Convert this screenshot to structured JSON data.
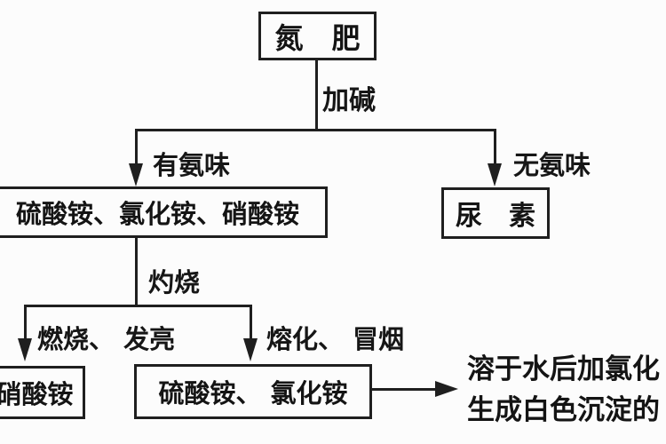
{
  "nodes": {
    "root": {
      "label": "氮　肥"
    },
    "ammonium_group": {
      "label": "硫酸铵、氯化铵、硝酸铵"
    },
    "urea": {
      "label": "尿　素"
    },
    "ammonium_nitrate": {
      "label": "硝酸铵"
    },
    "ammonium_sulfate_chloride": {
      "label": "硫酸铵、 氯化铵"
    }
  },
  "edges": {
    "add_alkali": {
      "label": "加碱"
    },
    "has_ammonia_odor": {
      "label": "有氨味"
    },
    "no_ammonia_odor": {
      "label": "无氨味"
    },
    "ignite": {
      "label": "灼烧"
    },
    "burn_glow": {
      "label": "燃烧、 发亮"
    },
    "melt_smoke": {
      "label": "熔化、 冒烟"
    }
  },
  "note": {
    "line1": "溶于水后加氯化",
    "line2": "生成白色沉淀的"
  },
  "colors": {
    "ink": "#1f1f1f",
    "background": "#fcfcfc"
  }
}
